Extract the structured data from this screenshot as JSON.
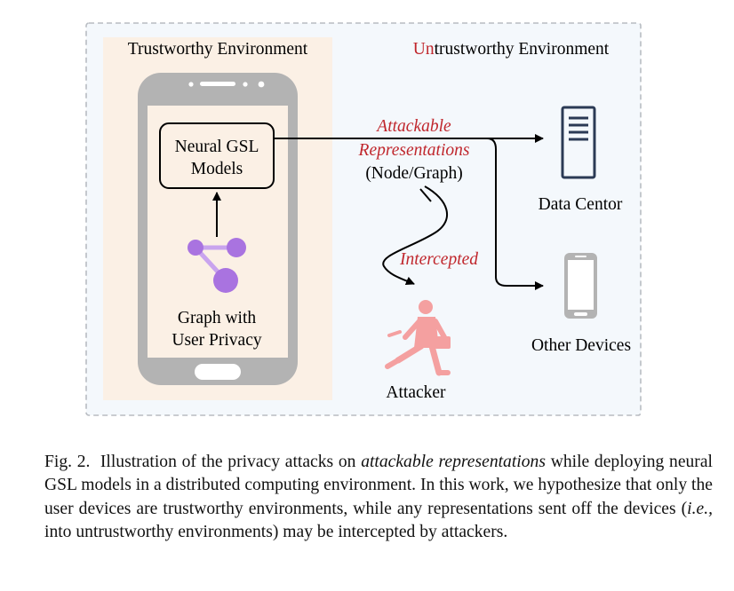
{
  "diagram": {
    "trustworthy_label": "Trustworthy Environment",
    "untrustworthy_label_prefix": "Un",
    "untrustworthy_label_rest": "trustworthy Environment",
    "model_box_line1": "Neural GSL",
    "model_box_line2": "Models",
    "graph_label_line1": "Graph with",
    "graph_label_line2": "User Privacy",
    "attackable_line1": "Attackable",
    "attackable_line2": "Representations",
    "node_graph_label": "(Node/Graph)",
    "intercepted_label": "Intercepted",
    "data_center_label": "Data Centor",
    "other_devices_label": "Other Devices",
    "attacker_label": "Attacker",
    "colors": {
      "accent_red": "#c0272d",
      "trusted_bg": "#fbf0e5",
      "untrusted_bg": "#f4f8fc",
      "graph_node": "#a973e0",
      "attacker": "#f4a0a0",
      "phone_gray": "#b3b3b3"
    }
  },
  "caption": {
    "fig_label": "Fig. 2.",
    "text_1": "Illustration of the privacy attacks on",
    "text_italic_1": "attackable representations",
    "text_2": "while deploying neural GSL models in a distributed computing environment. In this work, we hypothesize that only the user devices are trustworthy environments, while any representations sent off the devices (",
    "text_italic_2": "i.e.,",
    "text_3": "into untrustworthy environments) may be intercepted by attackers."
  }
}
